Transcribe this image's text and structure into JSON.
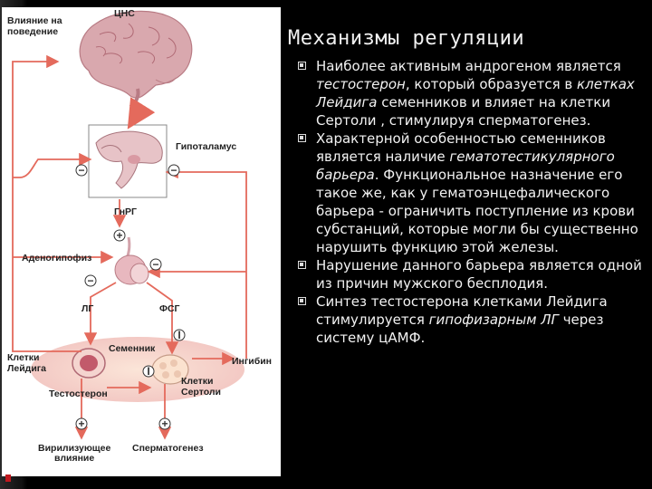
{
  "slide": {
    "title": "Механизмы регуляции",
    "bullets": [
      {
        "segments": [
          {
            "text": "Наиболее активным андрогеном является ",
            "italic": false
          },
          {
            "text": "тестостерон",
            "italic": true
          },
          {
            "text": ", который образуется в ",
            "italic": false
          },
          {
            "text": "клетках Лейдига",
            "italic": true
          },
          {
            "text": " семенников  и влияет на клетки Сертоли , стимулируя сперматогенез.",
            "italic": false
          }
        ]
      },
      {
        "segments": [
          {
            "text": "Характерной особенностью семенников является наличие ",
            "italic": false
          },
          {
            "text": "гематотестикулярного барьера",
            "italic": true
          },
          {
            "text": ". Функциональное назначение его такое же, как у гематоэнцефалического барьера - ограничить поступление из крови субстанций, которые могли бы существенно нарушить функцию этой железы.",
            "italic": false
          }
        ]
      },
      {
        "segments": [
          {
            "text": "Нарушение данного барьера является одной из причин мужского бесплодия.",
            "italic": false
          }
        ]
      },
      {
        "segments": [
          {
            "text": "Синтез тестостерона клетками Лейдига стимулируется ",
            "italic": false
          },
          {
            "text": "гипофизарным ЛГ",
            "italic": true
          },
          {
            "text": " через систему цАМФ.",
            "italic": false
          }
        ]
      }
    ]
  },
  "diagram": {
    "labels": {
      "behavior": [
        "Влияние на",
        "поведение"
      ],
      "cns": "ЦНС",
      "hypothalamus": "Гипоталамус",
      "gnrh": "ГнРГ",
      "adenohypophysis": "Аденогипофиз",
      "lh": "ЛГ",
      "fsh": "ФСГ",
      "testis": "Семенник",
      "leydig": [
        "Клетки",
        "Лейдига"
      ],
      "sertoli": [
        "Клетки",
        "Сертоли"
      ],
      "inhibin": "Ингибин",
      "testosterone": "Тестостерон",
      "virilizing": [
        "Вирилизующее",
        "влияние"
      ],
      "spermatogenesis": "Сперматогенез"
    },
    "signs": {
      "plus": "+",
      "minus": "−",
      "one": "I"
    },
    "colors": {
      "arrow": "#e46a5c",
      "accent_red": "#c0181e",
      "brain": "#d9a8ae",
      "panel_bg": "#ffffff"
    }
  }
}
